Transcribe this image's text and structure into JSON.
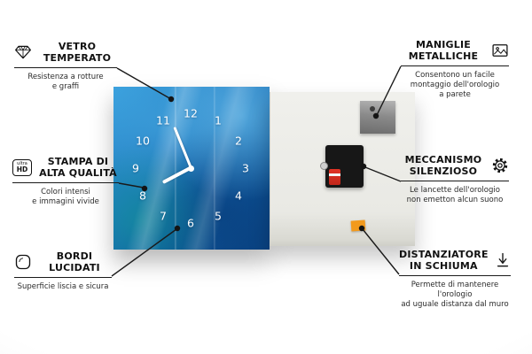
{
  "clock": {
    "numbers": [
      "12",
      "1",
      "2",
      "3",
      "4",
      "5",
      "6",
      "7",
      "8",
      "9",
      "10",
      "11"
    ]
  },
  "callouts": [
    {
      "title": "VETRO\nTEMPERATO",
      "subtitle": "Resistenza a rotture\ne graffi",
      "icon": "diamond-icon"
    },
    {
      "title": "STAMPA DI\nALTA QUALITÀ",
      "subtitle": "Colori intensi\ne immagini vivide",
      "icon": "ultra-hd-icon",
      "icon_text_top": "ultra",
      "icon_text_bottom": "HD"
    },
    {
      "title": "BORDI\nLUCIDATI",
      "subtitle": "Superficie liscia e sicura",
      "icon": "rounded-corner-icon"
    },
    {
      "title": "MANIGLIE\nMETALLICHE",
      "subtitle": "Consentono un facile\nmontaggio dell'orologio\na parete",
      "icon": "picture-frame-icon"
    },
    {
      "title": "MECCANISMO\nSILENZIOSO",
      "subtitle": "Le lancette dell'orologio\nnon emetton alcun suono",
      "icon": "gear-icon"
    },
    {
      "title": "DISTANZIATORE\nIN SCHIUMA",
      "subtitle": "Permette di mantenere l'orologio\nad uguale distanza dal muro",
      "icon": "spacer-arrow-icon"
    }
  ],
  "colors": {
    "accent_blue": "#1b6fb5",
    "foam_orange": "#f29a1d",
    "battery_red": "#d62a1e"
  }
}
